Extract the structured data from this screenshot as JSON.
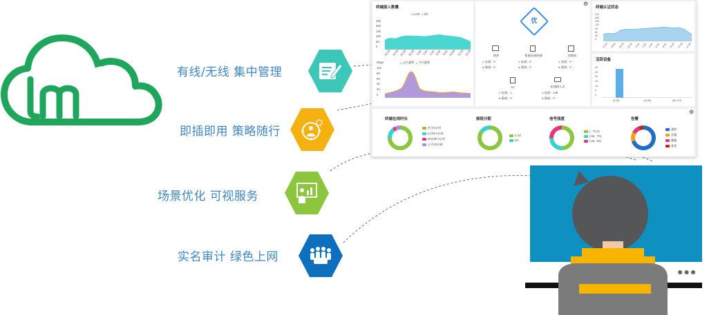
{
  "features": [
    {
      "label": "有线/无线 集中管理",
      "color": "#3cc7b8"
    },
    {
      "label": "即插即用 策略随行",
      "color": "#f5b10f"
    },
    {
      "label": "场景优化 可视服务",
      "color": "#8cc63e"
    },
    {
      "label": "实名审计 绿色上网",
      "color": "#0d6fbd"
    }
  ],
  "logo": {
    "text": "lm",
    "color": "#1fa65c"
  },
  "dashboard": {
    "panel1": {
      "title": "终端接入数量",
      "legend": [
        "2.4G",
        "5G"
      ],
      "yticks": [
        "250",
        "200",
        "150",
        "100",
        "50",
        "0"
      ],
      "xticks": [
        "16:00",
        "18:00",
        "20:00",
        "22:00",
        "0:00",
        "2:00",
        "4:00",
        "6:00",
        "8:00",
        "10:00",
        "12:00",
        "14:00"
      ],
      "unit": "Mbps",
      "legend2": [
        "上行速率",
        "下行速率"
      ],
      "yticks2": [
        "100",
        "80",
        "60",
        "40",
        "20",
        "0"
      ]
    },
    "panel2": {
      "badge": "优",
      "devices": [
        {
          "name": "网关",
          "online": "在线：0",
          "offline": "离线：0"
        },
        {
          "name": "智能无线终端",
          "online": "在线：0",
          "offline": "离线：0"
        },
        {
          "name": "交换机",
          "online": "在线：0",
          "offline": "离线：0"
        },
        {
          "name": "AC",
          "online": "在线：1",
          "offline": "离线：0"
        },
        {
          "name": "无线接入点",
          "online": "在线：138",
          "offline": "离线：0"
        }
      ]
    },
    "panel3": {
      "title": "终端认证状态",
      "yticks": [
        "210",
        "180",
        "150",
        "120",
        "90",
        "60",
        "30",
        "0"
      ],
      "xticks": [
        "16:00",
        "18:00",
        "20:00",
        "22:00",
        "0:00",
        "2:00",
        "4:00",
        "6:00",
        "8:00",
        "10:00",
        "12:00",
        "14:00"
      ]
    },
    "panel4": {
      "title": "活跃设备",
      "yticks": [
        "30",
        "25",
        "20",
        "15",
        "10",
        "5",
        "0"
      ],
      "xticks": [
        "(0,25]",
        "(25,50]",
        "(50,127]"
      ]
    },
    "bottom": [
      {
        "title": "终端在线时长",
        "legend": [
          "大于8小时",
          "2小时-8小时",
          "30分钟-2小时",
          "小于30分钟"
        ]
      },
      {
        "title": "频段分配",
        "legend": [
          "2.4G",
          "5G"
        ]
      },
      {
        "title": "信号强度",
        "legend": [
          "(, -70,0)",
          "[-85, -70)",
          "[-85, -85)"
        ]
      },
      {
        "title": "告警",
        "legend": [
          "通知",
          "次要",
          "重要",
          "紧急"
        ]
      }
    ]
  },
  "colors": {
    "teal": "#38d1cc",
    "orange": "#f5a21b",
    "purple": "#a98fd8",
    "blue_area": "#a8d4ef",
    "bar": "#5baee8",
    "green": "#8cc63e",
    "pink": "#e6357a",
    "dark_blue": "#1e6fc4",
    "screen": "#0e91c0",
    "yellow": "#f7b500",
    "gray": "#7b7b7b"
  }
}
